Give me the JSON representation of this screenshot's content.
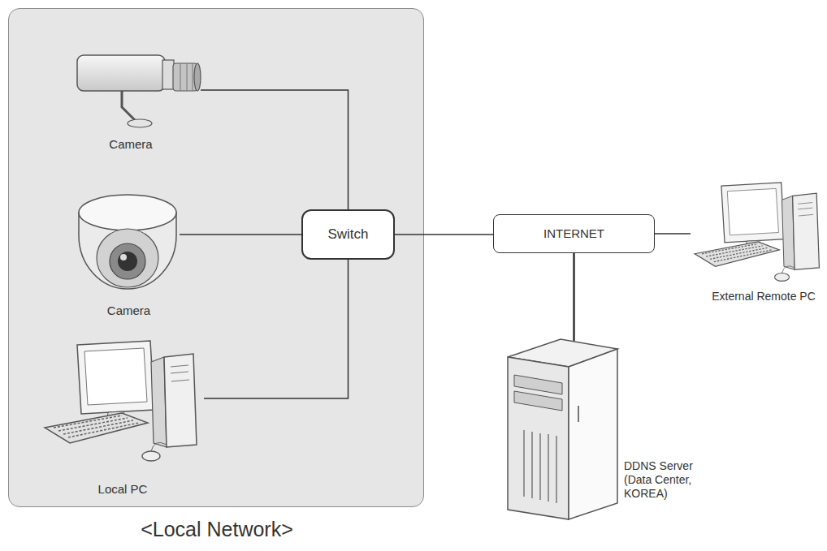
{
  "diagram": {
    "nodes": [
      {
        "text": [
          "<Local Network>"
        ]
      },
      {
        "text": [
          "Camera"
        ],
        "in": 0
      },
      {
        "text": [
          "Camera"
        ],
        "in": 0
      },
      {
        "text": [
          "Switch"
        ],
        "in": 0
      },
      {
        "text": [
          "Local PC"
        ],
        "in": 0
      },
      {
        "text": [
          "INTERNET"
        ]
      },
      {
        "text": [
          "External Remote PC"
        ]
      },
      {
        "text": [
          "DDNS Server (Data Center, KOREA)"
        ]
      }
    ],
    "edges": [
      {
        "from": 1,
        "to": 3,
        "arrow": "none"
      },
      {
        "from": 2,
        "to": 3,
        "arrow": "none"
      },
      {
        "from": 4,
        "to": 3,
        "arrow": "none"
      },
      {
        "from": 3,
        "to": 5,
        "arrow": "none"
      },
      {
        "from": 5,
        "to": 6,
        "arrow": "none"
      },
      {
        "from": 5,
        "to": 7,
        "arrow": "none"
      }
    ]
  }
}
